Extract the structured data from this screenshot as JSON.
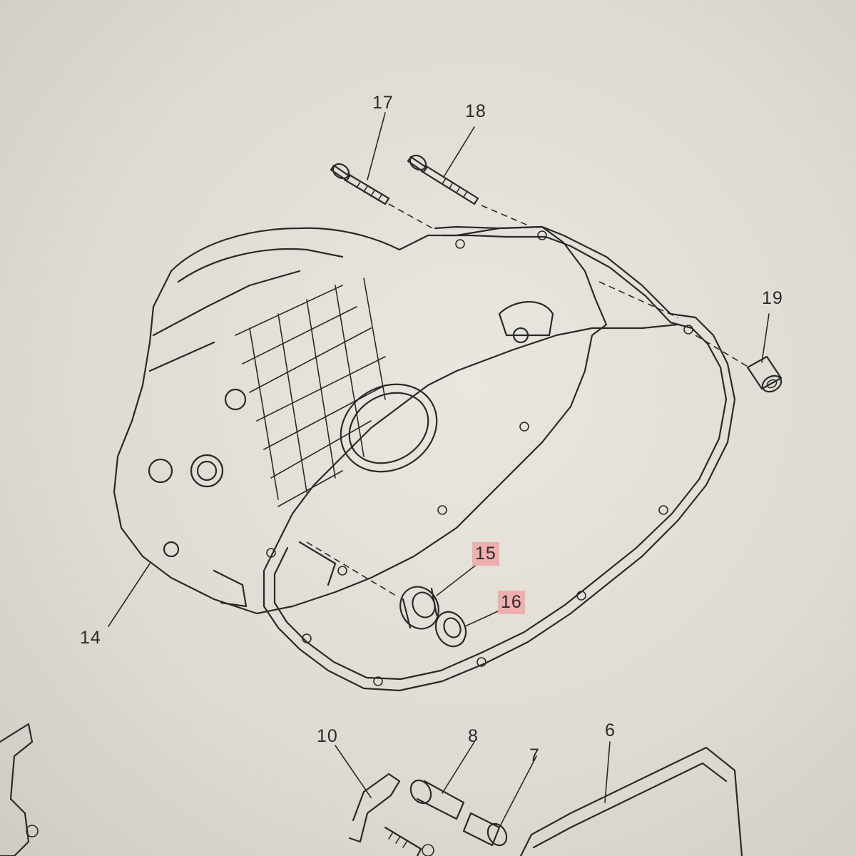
{
  "diagram": {
    "callouts": [
      {
        "id": "17",
        "highlighted": false
      },
      {
        "id": "18",
        "highlighted": false
      },
      {
        "id": "19",
        "highlighted": false
      },
      {
        "id": "14",
        "highlighted": false
      },
      {
        "id": "15",
        "highlighted": true
      },
      {
        "id": "16",
        "highlighted": true
      },
      {
        "id": "10",
        "highlighted": false
      },
      {
        "id": "8",
        "highlighted": false
      },
      {
        "id": "7",
        "highlighted": false
      },
      {
        "id": "6",
        "highlighted": false
      }
    ],
    "highlight_color": "#eeb0ae",
    "line_color": "#2a2a2a",
    "background_color": "#dedcd4"
  }
}
